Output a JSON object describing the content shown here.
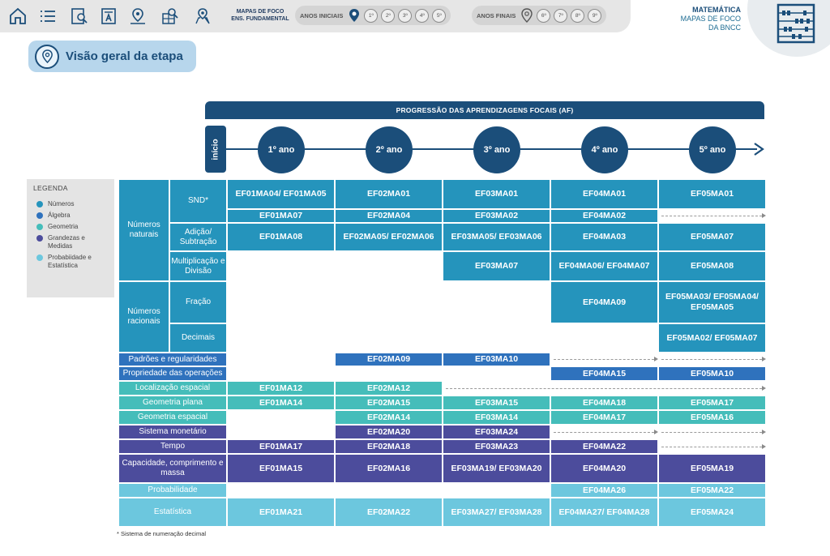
{
  "topbar": {
    "caption_line1": "MAPAS DE FOCO",
    "caption_line2": "ENS. FUNDAMENTAL",
    "anos_iniciais_label": "ANOS INICIAIS",
    "anos_iniciais_grades": [
      "1º",
      "2º",
      "3º",
      "4º",
      "5º"
    ],
    "anos_finais_label": "ANOS FINAIS",
    "anos_finais_grades": [
      "6º",
      "7º",
      "8º",
      "9º"
    ],
    "icons": [
      "home-icon",
      "list-icon",
      "search-document-icon",
      "document-a-icon",
      "map-pin-route-icon",
      "search-grid-icon",
      "location-map-icon"
    ]
  },
  "brand": {
    "line1": "MATEMÁTICA",
    "line2": "MAPAS DE FOCO",
    "line3": "DA BNCC",
    "icon": "abacus-icon"
  },
  "page_title": "Visão geral da etapa",
  "progression": {
    "banner": "PROGRESSÃO DAS APRENDIZAGENS FOCAIS (AF)",
    "start_label": "início",
    "years": [
      "1º ano",
      "2º ano",
      "3º ano",
      "4º ano",
      "5º ano"
    ]
  },
  "legend": {
    "title": "LEGENDA",
    "items": [
      {
        "label": "Números",
        "color": "#2594bc"
      },
      {
        "label": "Álgebra",
        "color": "#2f72bd"
      },
      {
        "label": "Geometria",
        "color": "#45bdba"
      },
      {
        "label": "Grandezas e Medidas",
        "color": "#4c4c9c"
      },
      {
        "label": "Probabiidade e Estatística",
        "color": "#6cc7de"
      }
    ]
  },
  "grid": {
    "groups": {
      "numeros_naturais": "Números naturais",
      "numeros_racionais": "Números racionais"
    },
    "subrows": {
      "snd": "SND*",
      "adicao": "Adição/ Subtração",
      "mult": "Multiplicação e Divisão",
      "fracao": "Fração",
      "decimais": "Decimais"
    },
    "rows": {
      "padroes": "Padrões e regularidades",
      "propriedade": "Propriedade das operações",
      "localizacao": "Localização espacial",
      "geo_plana": "Geometria plana",
      "geo_espacial": "Geometria espacial",
      "sistema_monetario": "Sistema monetário",
      "tempo": "Tempo",
      "capacidade": "Capacidade, comprimento e massa",
      "probabilidade": "Probabilidade",
      "estatistica": "Estatística"
    },
    "codes": {
      "snd1_1": "EF01MA04/ EF01MA05",
      "snd1_2": "EF02MA01",
      "snd1_3": "EF03MA01",
      "snd1_4": "EF04MA01",
      "snd1_5": "EF05MA01",
      "snd2_1": "EF01MA07",
      "snd2_2": "EF02MA04",
      "snd2_3": "EF03MA02",
      "snd2_4": "EF04MA02",
      "adi_1": "EF01MA08",
      "adi_2": "EF02MA05/ EF02MA06",
      "adi_3": "EF03MA05/ EF03MA06",
      "adi_4": "EF04MA03",
      "adi_5": "EF05MA07",
      "mul_3": "EF03MA07",
      "mul_4": "EF04MA06/ EF04MA07",
      "mul_5": "EF05MA08",
      "fra_4": "EF04MA09",
      "fra_5": "EF05MA03/ EF05MA04/ EF05MA05",
      "dec_5": "EF05MA02/ EF05MA07",
      "pad_2": "EF02MA09",
      "pad_3": "EF03MA10",
      "pro_4": "EF04MA15",
      "pro_5": "EF05MA10",
      "loc_1": "EF01MA12",
      "loc_2": "EF02MA12",
      "gp_1": "EF01MA14",
      "gp_2": "EF02MA15",
      "gp_3": "EF03MA15",
      "gp_4": "EF04MA18",
      "gp_5": "EF05MA17",
      "ge_2": "EF02MA14",
      "ge_3": "EF03MA14",
      "ge_4": "EF04MA17",
      "ge_5": "EF05MA16",
      "sm_2": "EF02MA20",
      "sm_3": "EF03MA24",
      "tem_1": "EF01MA17",
      "tem_2": "EF02MA18",
      "tem_3": "EF03MA23",
      "tem_4": "EF04MA22",
      "cap_1": "EF01MA15",
      "cap_2": "EF02MA16",
      "cap_3": "EF03MA19/ EF03MA20",
      "cap_4": "EF04MA20",
      "cap_5": "EF05MA19",
      "prb_4": "EF04MA26",
      "prb_5": "EF05MA22",
      "est_1": "EF01MA21",
      "est_2": "EF02MA22",
      "est_3": "EF03MA27/ EF03MA28",
      "est_4": "EF04MA27/ EF04MA28",
      "est_5": "EF05MA24"
    }
  },
  "footnote": "* Sistema de numeração decimal"
}
